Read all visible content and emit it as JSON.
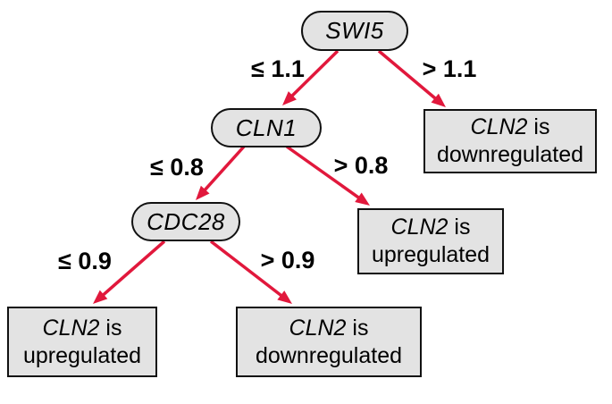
{
  "colors": {
    "arrow": "#e1183c",
    "node-fill": "#e3e3e3",
    "node-border": "#111111",
    "text": "#000000",
    "background": "#ffffff"
  },
  "nodes": {
    "swi5": {
      "label": "SWI5"
    },
    "cln1": {
      "label": "CLN1"
    },
    "cdc28": {
      "label": "CDC28"
    }
  },
  "edges": {
    "swi5_cln1": {
      "label": "≤ 1.1"
    },
    "swi5_leaf_down": {
      "label": "> 1.1"
    },
    "cln1_cdc28": {
      "label": "≤ 0.8"
    },
    "cln1_leaf_up": {
      "label": "> 0.8"
    },
    "cdc28_leaf_up": {
      "label": "≤ 0.9"
    },
    "cdc28_leaf_down": {
      "label": "> 0.9"
    }
  },
  "leaves": {
    "right_down": {
      "gene": "CLN2",
      "verb": "is",
      "state": "downregulated"
    },
    "mid_up": {
      "gene": "CLN2",
      "verb": "is",
      "state": "upregulated"
    },
    "bottom_up": {
      "gene": "CLN2",
      "verb": "is",
      "state": "upregulated"
    },
    "bottom_down": {
      "gene": "CLN2",
      "verb": "is",
      "state": "downregulated"
    }
  }
}
